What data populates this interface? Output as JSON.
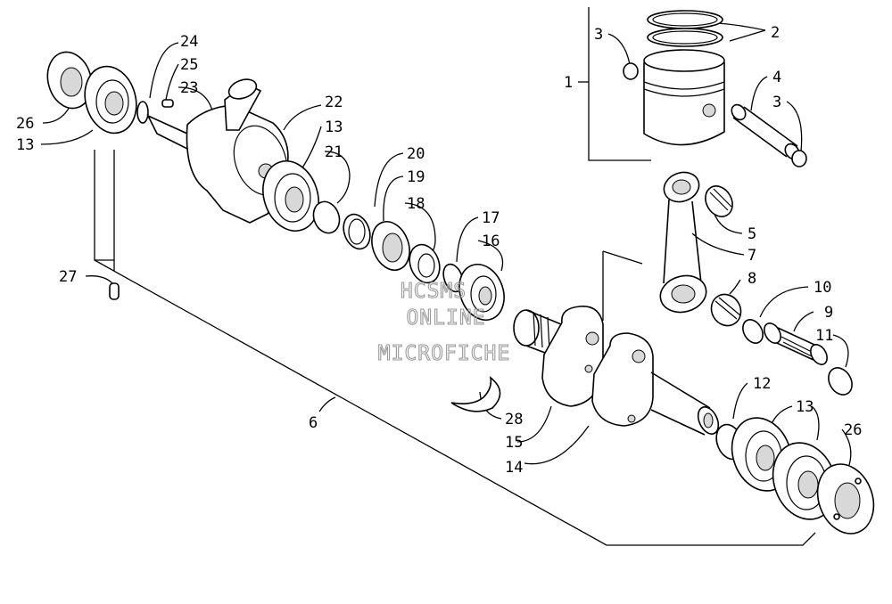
{
  "watermark": {
    "line1": "HCSMS",
    "line2": "ONLINE",
    "line3": "MICROFICHE"
  },
  "callouts": [
    {
      "id": "c1",
      "text": "1"
    },
    {
      "id": "c2",
      "text": "2"
    },
    {
      "id": "c3a",
      "text": "3"
    },
    {
      "id": "c3b",
      "text": "3"
    },
    {
      "id": "c4",
      "text": "4"
    },
    {
      "id": "c5",
      "text": "5"
    },
    {
      "id": "c6",
      "text": "6"
    },
    {
      "id": "c7",
      "text": "7"
    },
    {
      "id": "c8",
      "text": "8"
    },
    {
      "id": "c9",
      "text": "9"
    },
    {
      "id": "c10",
      "text": "10"
    },
    {
      "id": "c11",
      "text": "11"
    },
    {
      "id": "c12",
      "text": "12"
    },
    {
      "id": "c13a",
      "text": "13"
    },
    {
      "id": "c13b",
      "text": "13"
    },
    {
      "id": "c13c",
      "text": "13"
    },
    {
      "id": "c14",
      "text": "14"
    },
    {
      "id": "c15",
      "text": "15"
    },
    {
      "id": "c16",
      "text": "16"
    },
    {
      "id": "c17",
      "text": "17"
    },
    {
      "id": "c18",
      "text": "18"
    },
    {
      "id": "c19",
      "text": "19"
    },
    {
      "id": "c20",
      "text": "20"
    },
    {
      "id": "c21",
      "text": "21"
    },
    {
      "id": "c22",
      "text": "22"
    },
    {
      "id": "c23",
      "text": "23"
    },
    {
      "id": "c24",
      "text": "24"
    },
    {
      "id": "c25",
      "text": "25"
    },
    {
      "id": "c26a",
      "text": "26"
    },
    {
      "id": "c26b",
      "text": "26"
    },
    {
      "id": "c27",
      "text": "27"
    },
    {
      "id": "c28",
      "text": "28"
    }
  ]
}
